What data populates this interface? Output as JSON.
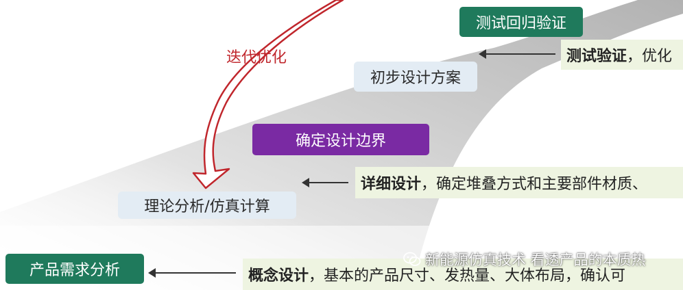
{
  "colors": {
    "green": "#1f7a5c",
    "purple": "#7a2aa3",
    "light_box": "#e3ecf4",
    "note_bg": "#eef4e1",
    "iteration_red": "#c0262c",
    "band_gray": "#b9b9b9"
  },
  "boxes": {
    "regression": "测试回归验证",
    "preliminary": "初步设计方案",
    "boundary": "确定设计边界",
    "analysis": "理论分析/仿真计算",
    "requirements": "产品需求分析"
  },
  "iteration_label": "迭代优化",
  "notes": {
    "test": {
      "bold": "测试验证",
      "rest": "，优化"
    },
    "detail": {
      "bold": "详细设计",
      "rest": "，确定堆叠方式和主要部件材质、"
    },
    "concept": {
      "bold": "概念设计",
      "rest": "，基本的产品尺寸、发热量、大体布局，确认可"
    }
  },
  "watermark": {
    "icon": "wechat-icon",
    "text": "新能源仿真技术 看透产品的本质热"
  }
}
